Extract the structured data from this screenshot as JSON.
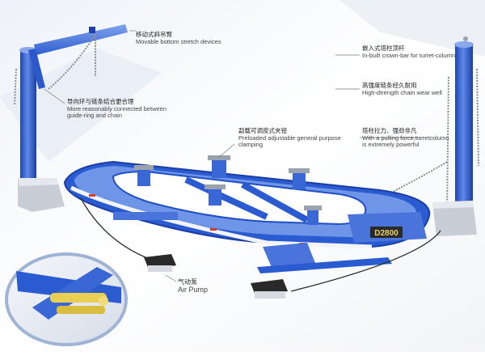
{
  "model_plate": "D2800",
  "annotations": {
    "stretch_device": {
      "zh": "移动式斜吊臂",
      "en": "Movable bottom stretch devices"
    },
    "guide_ring": {
      "zh": "导向环与链条结合更合理",
      "en_line1": "More reasonably connected between",
      "en_line2": "guide-ring and chain"
    },
    "crown_bar": {
      "zh": "嵌入式塔柱顶杆",
      "en": "In-built crown-bar for turret-column"
    },
    "chain": {
      "zh": "高强度链条经久耐用",
      "en": "High-dtrength chain wear well"
    },
    "clamping": {
      "zh": "勐载可调皮式夹钳",
      "en_line1": "Preloaded adjustable general purpose",
      "en_line2": "clamping"
    },
    "pulling_force": {
      "zh": "塔柱拉力、强劲非凡",
      "en_line1": "With a pulling force,turretcolumn",
      "en_line2": "is extremely powerful"
    },
    "air_pump": {
      "zh": "气动泵",
      "en": "Air Pump"
    }
  },
  "colors": {
    "frame_blue": "#1f4fc4",
    "frame_light": "#6f95e8",
    "column_blue": "#2a5bd0",
    "chain_gray": "#8a8f96",
    "silver": "#c9ced6",
    "inset_yellow": "#e8cf52"
  }
}
